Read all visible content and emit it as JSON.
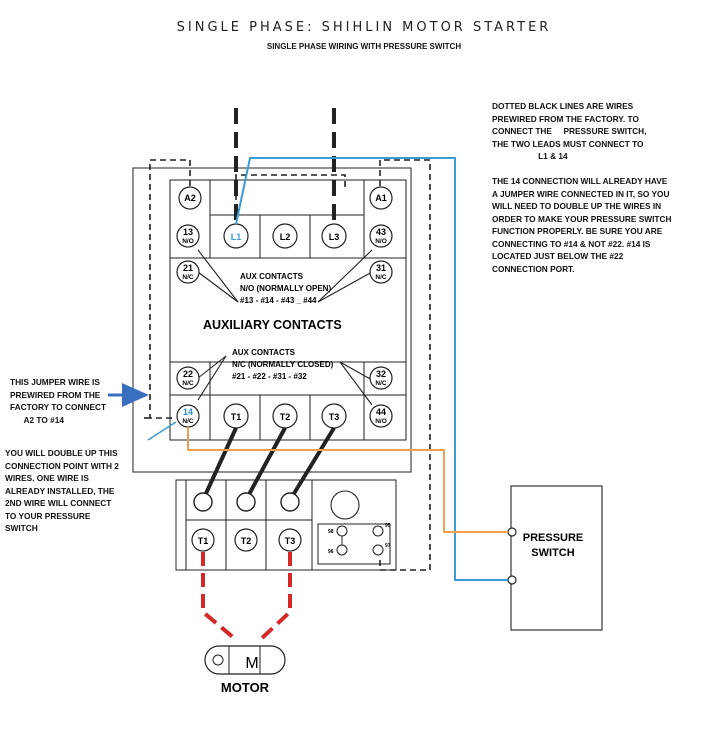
{
  "title": "SINGLE PHASE: SHIHLIN MOTOR STARTER",
  "subtitle": "SINGLE PHASE WIRING WITH PRESSURE SWITCH",
  "notes": {
    "dotted_lines": "DOTTED BLACK LINES ARE WIRES\nPREWIRED FROM THE FACTORY. TO\nCONNECT THE     PRESSURE SWITCH,\nTHE TWO LEADS MUST CONNECT TO\n                    L1 & 14",
    "connection_14": "THE 14 CONNECTION WILL ALREADY HAVE\nA JUMPER WIRE CONNECTED IN IT, SO YOU\nWILL NEED TO DOUBLE UP THE WIRES IN\nORDER TO MAKE YOUR PRESSURE SWITCH\nFUNCTION PROPERLY. BE SURE YOU ARE\nCONNECTING TO #14 & NOT #22. #14 IS\nLOCATED JUST BELOW THE #22\nCONNECTION PORT.",
    "jumper": "THIS JUMPER WIRE IS\nPREWIRED FROM THE\nFACTORY TO CONNECT\n      A2 TO #14",
    "double_up": "YOU WILL DOUBLE UP THIS\nCONNECTION POINT WITH 2\nWIRES. ONE WIRE IS\nALREADY INSTALLED, THE\n2ND WIRE WILL CONNECT\nTO YOUR PRESSURE\nSWITCH"
  },
  "terminals": {
    "a2": "A2",
    "a1": "A1",
    "l1": "L1",
    "l2": "L2",
    "l3": "L3",
    "t13_num": "13",
    "t13_sub": "N/O",
    "t43_num": "43",
    "t43_sub": "N/O",
    "t21_num": "21",
    "t21_sub": "N/C",
    "t31_num": "31",
    "t31_sub": "N/C",
    "t22_num": "22",
    "t22_sub": "N/C",
    "t32_num": "32",
    "t32_sub": "N/C",
    "t14_num": "14",
    "t14_sub": "N/C",
    "t44_num": "44",
    "t44_sub": "N/O",
    "t1": "T1",
    "t2": "T2",
    "t3": "T3"
  },
  "aux": {
    "no_line1": "AUX CONTACTS",
    "no_line2": "N/O (NORMALLY OPEN)",
    "no_line3": "#13 - #14 - #43 _ #44",
    "heading": "AUXILIARY CONTACTS",
    "nc_line1": "AUX CONTACTS",
    "nc_line2": "N/C (NORMALLY CLOSED)",
    "nc_line3": "#21 - #22 - #31 - #32"
  },
  "overload": {
    "t1": "T1",
    "t2": "T2",
    "t3": "T3",
    "c95": "95",
    "c96": "96",
    "c97": "97",
    "c98": "98"
  },
  "pressure_switch": {
    "line1": "PRESSURE",
    "line2": "SWITCH"
  },
  "motor": {
    "label": "MOTOR",
    "symbol": "M"
  },
  "colors": {
    "blue_wire": "#3a9bd5",
    "orange_wire": "#f0a050",
    "red_wire": "#d62828",
    "terminal_14": "#2a8fd0"
  }
}
